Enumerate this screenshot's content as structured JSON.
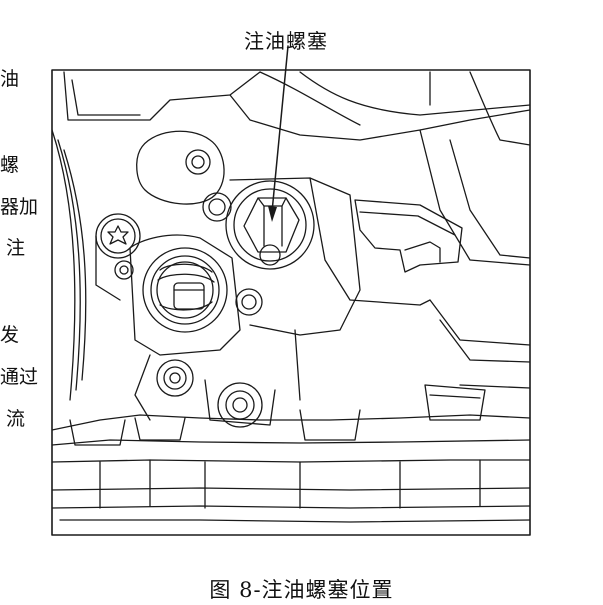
{
  "figure": {
    "callout_label": "注油螺塞",
    "caption": "图 8-注油螺塞位置"
  },
  "side_text_fragments": [
    "油",
    "螺",
    "器加",
    "注",
    "发",
    "通过",
    "流"
  ]
}
